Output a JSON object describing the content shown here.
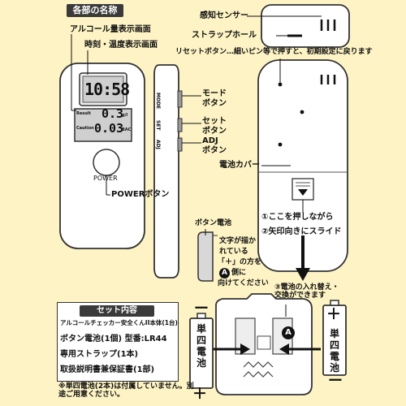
{
  "section_title": "各部の名称",
  "labels": {
    "alcohol_display": "アルコール量表示画面",
    "time_temp_display": "時刻・温度表示画面",
    "power_button": "POWERボタン",
    "mode_button": "モード\nボタン",
    "set_button": "セット\nボタン",
    "adj_button": "ADJ\nボタン",
    "sensor": "感知センサー",
    "strap_hole": "ストラップホール",
    "reset_button": "リセットボタン…細いピン等で押すと、初期設定に戻ります",
    "battery_cover": "電池カバー",
    "step1": "①ここを押しながら",
    "step2": "②矢印向きにスライド",
    "step3": "③電池の入れ替え・\n交換ができます",
    "button_battery": "ボタン電池",
    "battery_note_1": "文字が描か",
    "battery_note_2": "れている",
    "battery_note_3": "「＋」の方を",
    "battery_note_4": "側に",
    "battery_note_5": "向けてください",
    "battery_label_a": "A"
  },
  "device": {
    "time": "10:58",
    "reading": "0.3",
    "reading_unit": "g/l",
    "reading2": "0.03",
    "reading2_unit": "BAC",
    "result_label": "Result",
    "caution_label": "Caution",
    "power_label": "POWER",
    "side_mode": "MODE",
    "side_set": "SET",
    "side_adj": "ADJ"
  },
  "set_contents": {
    "title": "セット内容",
    "items": [
      "アルコールチェッカー安全くんII本体(1台)",
      "ボタン電池(1個) 型番:LR44",
      "専用ストラップ(1本)",
      "取扱説明書兼保証書(1部)"
    ]
  },
  "aa_battery": {
    "minus": "ー",
    "plus": "＋",
    "text": "単四電池"
  },
  "footnote": "※単四電池(2本)は付属していません。別途ご用意ください。",
  "colors": {
    "background": "#fdf3c4",
    "ink": "#111111",
    "header": "#3a3a3a"
  }
}
